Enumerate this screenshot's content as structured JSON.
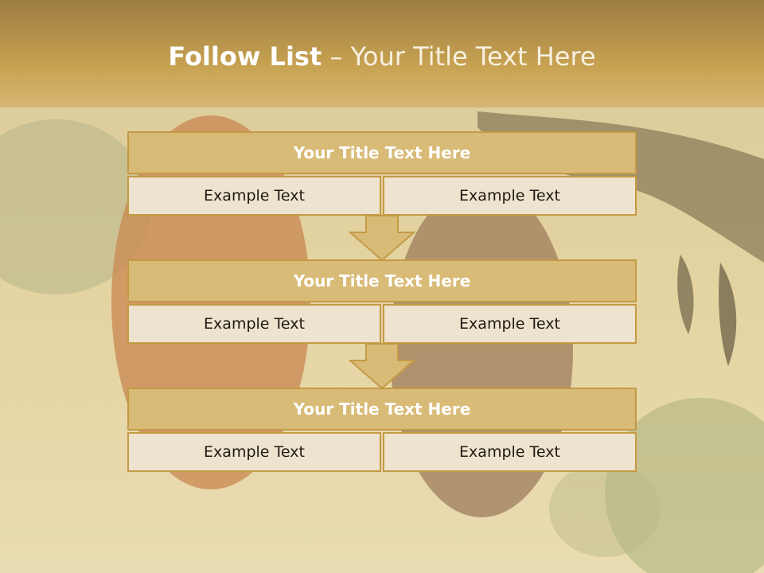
{
  "slide": {
    "title_bold": "Follow List",
    "title_rest": " – Your Title Text Here"
  },
  "blocks": [
    {
      "title": "Your Title Text Here",
      "left": "Example Text",
      "right": "Example Text"
    },
    {
      "title": "Your Title Text Here",
      "left": "Example Text",
      "right": "Example Text"
    },
    {
      "title": "Your Title Text Here",
      "left": "Example Text",
      "right": "Example Text"
    }
  ],
  "colors": {
    "header_band": "#c6a150",
    "block_title_fill": "#d9bb78",
    "block_border": "#c49a45",
    "cell_fill": "#eee3cf",
    "arrow_fill": "#d9bb78"
  }
}
